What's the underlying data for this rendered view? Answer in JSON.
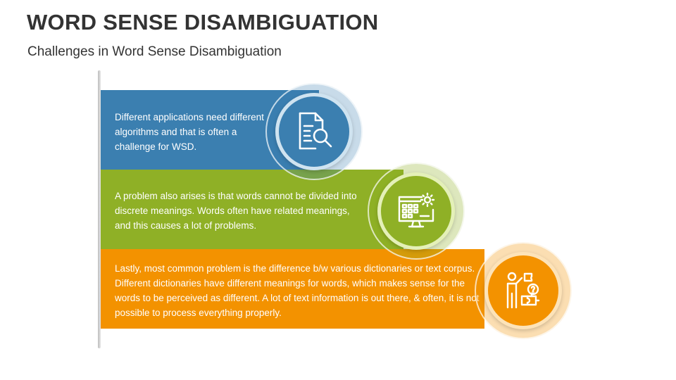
{
  "title": "WORD SENSE DISAMBIGUATION",
  "subtitle": "Challenges in Word Sense Disambiguation",
  "items": [
    {
      "text": "Different applications need different algorithms and that is often a challenge for WSD.",
      "color": "#3b7fb0",
      "icon": "document-search-icon"
    },
    {
      "text": "A problem also arises is that words cannot be divided into discrete meanings. Words often have related meanings, and this causes a lot of problems.",
      "color": "#8fb026",
      "icon": "monitor-settings-icon"
    },
    {
      "text": "Lastly, most common problem is the difference b/w various dictionaries or text corpus. Different dictionaries have different meanings for words, which makes sense for the words to be perceived as different. A lot of text information is out there, & often, it is not possible to process everything properly.",
      "color": "#f39200",
      "icon": "person-puzzle-icon"
    }
  ]
}
